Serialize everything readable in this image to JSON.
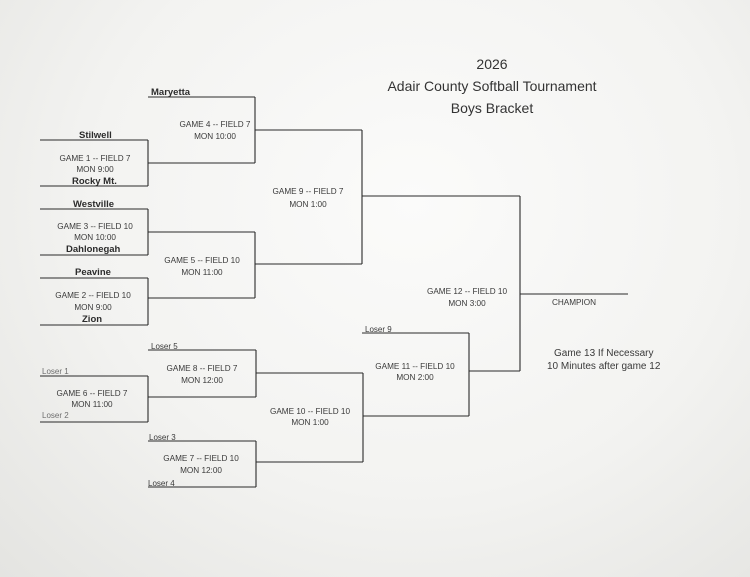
{
  "header": {
    "year": "2026",
    "tournament": "Adair County Softball Tournament",
    "bracket": "Boys Bracket"
  },
  "teams": {
    "maryetta": "Maryetta",
    "stilwell": "Stilwell",
    "rocky_mt": "Rocky Mt.",
    "westville": "Westville",
    "dahlonegah": "Dahlonegah",
    "peavine": "Peavine",
    "zion": "Zion"
  },
  "games": {
    "g1": {
      "title": "GAME 1 -- FIELD 7",
      "time": "MON 9:00"
    },
    "g2": {
      "title": "GAME 2 -- FIELD 10",
      "time": "MON 9:00"
    },
    "g3": {
      "title": "GAME 3 -- FIELD 10",
      "time": "MON 10:00"
    },
    "g4": {
      "title": "GAME 4 -- FIELD 7",
      "time": "MON 10:00"
    },
    "g5": {
      "title": "GAME 5  -- FIELD 10",
      "time": "MON 11:00"
    },
    "g6": {
      "title": "GAME 6 -- FIELD 7",
      "time": "MON 11:00"
    },
    "g7": {
      "title": "GAME 7 -- FIELD 10",
      "time": "MON 12:00"
    },
    "g8": {
      "title": "GAME 8 -- FIELD 7",
      "time": "MON 12:00"
    },
    "g9": {
      "title": "GAME 9  -- FIELD 7",
      "time": "MON 1:00"
    },
    "g10": {
      "title": "GAME 10 -- FIELD 10",
      "time": "MON 1:00"
    },
    "g11": {
      "title": "GAME 11 -- FIELD 10",
      "time": "MON 2:00"
    },
    "g12": {
      "title": "GAME 12 -- FIELD 10",
      "time": "MON 3:00"
    }
  },
  "losers": {
    "l1": "Loser 1",
    "l2": "Loser 2",
    "l3": "Loser 3",
    "l4": "Loser 4",
    "l5": "Loser 5",
    "l9": "Loser 9"
  },
  "champion": "CHAMPION",
  "note": {
    "line1": "Game 13 If Necessary",
    "line2": "10 Minutes after game 12"
  }
}
